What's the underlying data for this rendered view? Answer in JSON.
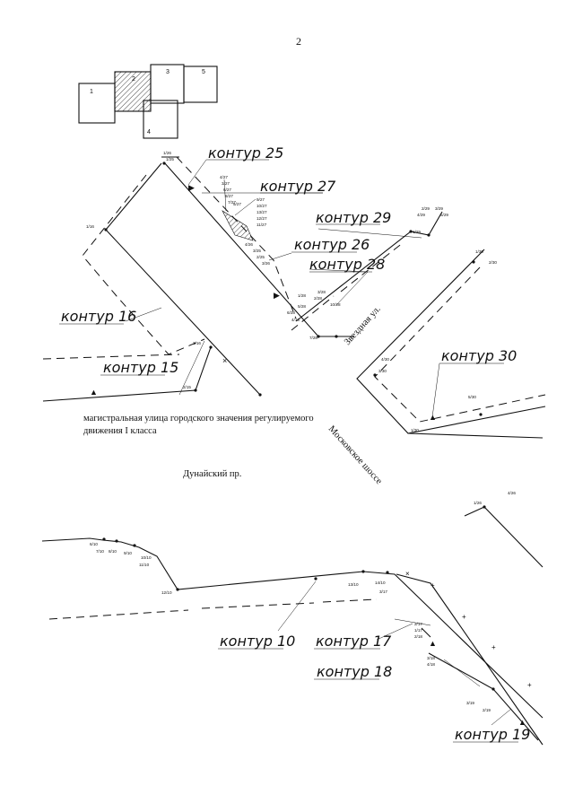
{
  "page_number": "2",
  "key_map": {
    "sheets": [
      "1",
      "2",
      "3",
      "4",
      "5"
    ],
    "highlighted_sheet": "2"
  },
  "contours": {
    "c25": "контур 25",
    "c27": "контур 27",
    "c29": "контур 29",
    "c26": "контур 26",
    "c28": "контур 28",
    "c16": "контур 16",
    "c15": "контур 15",
    "c30": "контур 30",
    "c10": "контур 10",
    "c17": "контур 17",
    "c18": "контур 18",
    "c19": "контур 19"
  },
  "streets": {
    "arterial_line1": "магистральная улица городского значения регулируемого",
    "arterial_line2": "движения I класса",
    "dunaysky": "Дунайский пр.",
    "moskovskoe": "Московское шоссе",
    "zvezdnaya": "Звездная ул."
  },
  "point_labels": {
    "p1": "1/26",
    "p2": "1/25",
    "p3": "1/16",
    "p4": "4/27",
    "p5": "3/27",
    "p6": "6/27",
    "p7": "8/27",
    "p8": "7/27",
    "p9": "9/27",
    "p10": "5/27",
    "p11": "10/27",
    "p12": "13/27",
    "p13": "12/27",
    "p14": "11/27",
    "p15": "2/29",
    "p16": "3/29",
    "p17": "4/29",
    "p18": "5/29",
    "p19": "1/29",
    "p20": "4/26",
    "p21": "3/25",
    "p22": "2/25",
    "p23": "3/26",
    "p24": "3/28",
    "p25": "2/28",
    "p26": "1/28",
    "p27": "10/28",
    "p28": "5/28",
    "p29": "6/28",
    "p30": "4/16",
    "p31": "7/28",
    "p32": "3/16",
    "p33": "2/15",
    "p34": "1/30",
    "p35": "2/30",
    "p36": "4/30",
    "p37": "3/30",
    "p38": "5/30",
    "p39": "1/30",
    "p40": "1/26",
    "p41": "4/26",
    "p42": "6/10",
    "p43": "7/10",
    "p44": "8/10",
    "p45": "9/10",
    "p46": "10/10",
    "p47": "11/10",
    "p48": "12/10",
    "p49": "13/10",
    "p50": "14/10",
    "p51": "3/17",
    "p52": "2/17",
    "p53": "1/17",
    "p54": "2/18",
    "p55": "3/18",
    "p56": "4/18",
    "p57": "3/19",
    "p58": "2/19"
  }
}
